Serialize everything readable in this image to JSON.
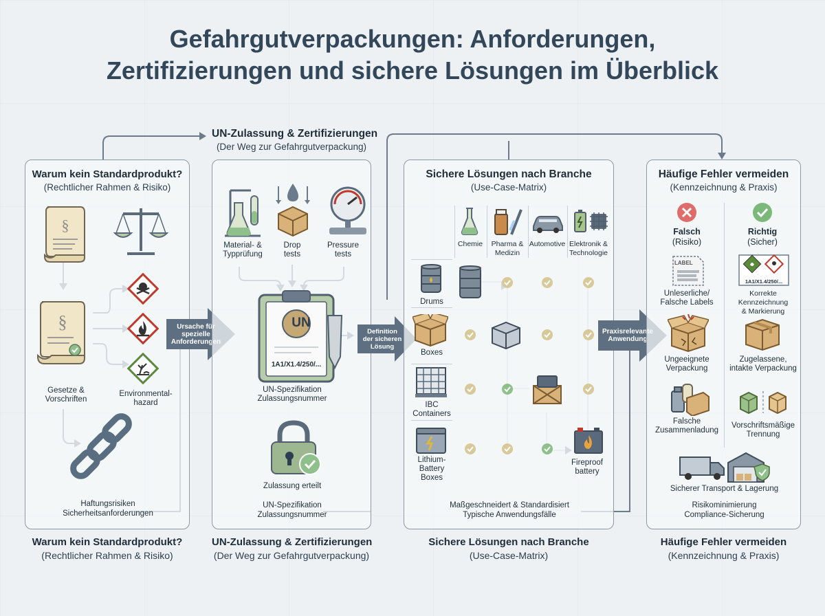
{
  "title": {
    "line1": "Gefahrgutverpackungen: Anforderungen,",
    "line2": "Zertifizierungen und sichere Lösungen im Überblick"
  },
  "flow_header": {
    "title": "UN-Zulassung & Zertifizierungen",
    "subtitle": "(Der Weg zur Gefahrgutverpackung)"
  },
  "panel1": {
    "title": "Warum kein Standardprodukt?",
    "subtitle": "(Rechtlicher Rahmen & Risiko)",
    "laws_label": "Gesetze &\nVorschriften",
    "env_label": "Environmental-\nhazard",
    "bottom_line1": "Haftungsrisiken",
    "bottom_line2": "Sicherheitsanforderungen"
  },
  "arrow1": {
    "label": "Ursache für\nspezielle\nAnforderungen"
  },
  "panel2": {
    "test1": "Material- &\nTypprüfung",
    "test2": "Drop\ntests",
    "test3": "Pressure\ntests",
    "un_badge": "UN",
    "un_code": "1A1/X1.4/250/...",
    "spec_label": "UN-Spezifikation\nZulassungsnummer",
    "granted": "Zulassung erteilt",
    "bottom_line1": "UN-Spezifikation",
    "bottom_line2": "Zulassungsnummer"
  },
  "arrow2": {
    "label": "Definition\nder sicheren\nLösung"
  },
  "panel3": {
    "title": "Sichere Lösungen nach Branche",
    "subtitle": "(Use-Case-Matrix)",
    "columns": [
      "Chemie",
      "Pharma &\nMedizin",
      "Automotive",
      "Elektronik &\nTechnologie"
    ],
    "rows": [
      "Drums",
      "Boxes",
      "IBC\nContainers",
      "Lithium-\nBattery\nBoxes"
    ],
    "fireproof": "Fireproof\nbattery",
    "bottom_line1": "Maßgeschneidert & Standardisiert",
    "bottom_line2": "Typische Anwendungsfälle"
  },
  "arrow3": {
    "label": "Praxisrelevante\nAnwendung"
  },
  "panel4": {
    "title": "Häufige Fehler vermeiden",
    "subtitle": "(Kennzeichnung & Praxis)",
    "wrong_title": "Falsch",
    "wrong_sub": "(Risiko)",
    "right_title": "Richtig",
    "right_sub": "(Sicher)",
    "label_word": "LABEL",
    "label_code": "1A1/X1.4/250/...",
    "wrong1": "Unleserliche/\nFalsche Labels",
    "right1": "Korrekte Kennzeichnung\n& Markierung",
    "wrong2": "Ungeeignete\nVerpackung",
    "right2": "Zugelassene,\nintakte Verpackung",
    "wrong3": "Falsche\nZusammenladung",
    "right3": "Vorschriftsmäßige\nTrennung",
    "transport": "Sicherer Transport & Lagerung",
    "bottom_line1": "Risikominimierung",
    "bottom_line2": "Compliance-Sicherung"
  },
  "footer": {
    "f1_title": "Warum kein Standardprodukt?",
    "f1_sub": "(Rechtlicher Rahmen & Risiko)",
    "f2_title": "UN-Zulassung & Zertifizierungen",
    "f2_sub": "(Der Weg zur Gefahrgutverpackung)",
    "f3_title": "Sichere Lösungen nach Branche",
    "f3_sub": "(Use-Case-Matrix)",
    "f4_title": "Häufige Fehler vermeiden",
    "f4_sub": "(Kennzeichnung & Praxis)"
  },
  "colors": {
    "arrow": "#5d6f80",
    "check_tan": "#d8c99a",
    "check_green": "#8fbf8a",
    "hazard_red": "#c0392b",
    "env_green": "#5a8a3c",
    "wrong_red": "#e06b6b",
    "right_green": "#7cb87a"
  }
}
